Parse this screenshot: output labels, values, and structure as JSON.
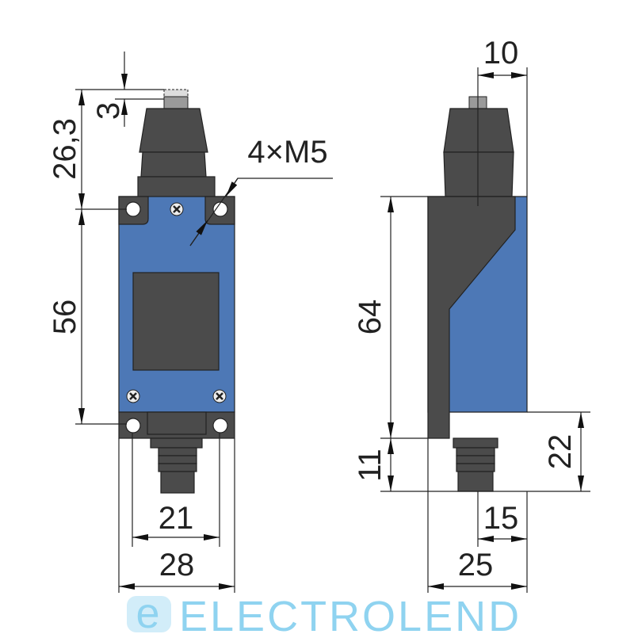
{
  "dimensions": {
    "front_top_overall": "26,3",
    "front_plunger_travel": "3",
    "front_body_height": "56",
    "mounting_holes": "4×M5",
    "front_hole_spacing": "21",
    "front_width": "28",
    "side_plunger_offset": "10",
    "side_body_height": "64",
    "side_bottom_stem": "11",
    "side_bottom_height": "22",
    "side_stem_offset": "15",
    "side_depth": "25"
  },
  "watermark": {
    "logo_letter": "e",
    "text": "ELECTROLEND"
  },
  "colors": {
    "body_blue": "#4d78b6",
    "housing_dark": "#4b4b4b",
    "watermark": "#8fd3f0"
  }
}
